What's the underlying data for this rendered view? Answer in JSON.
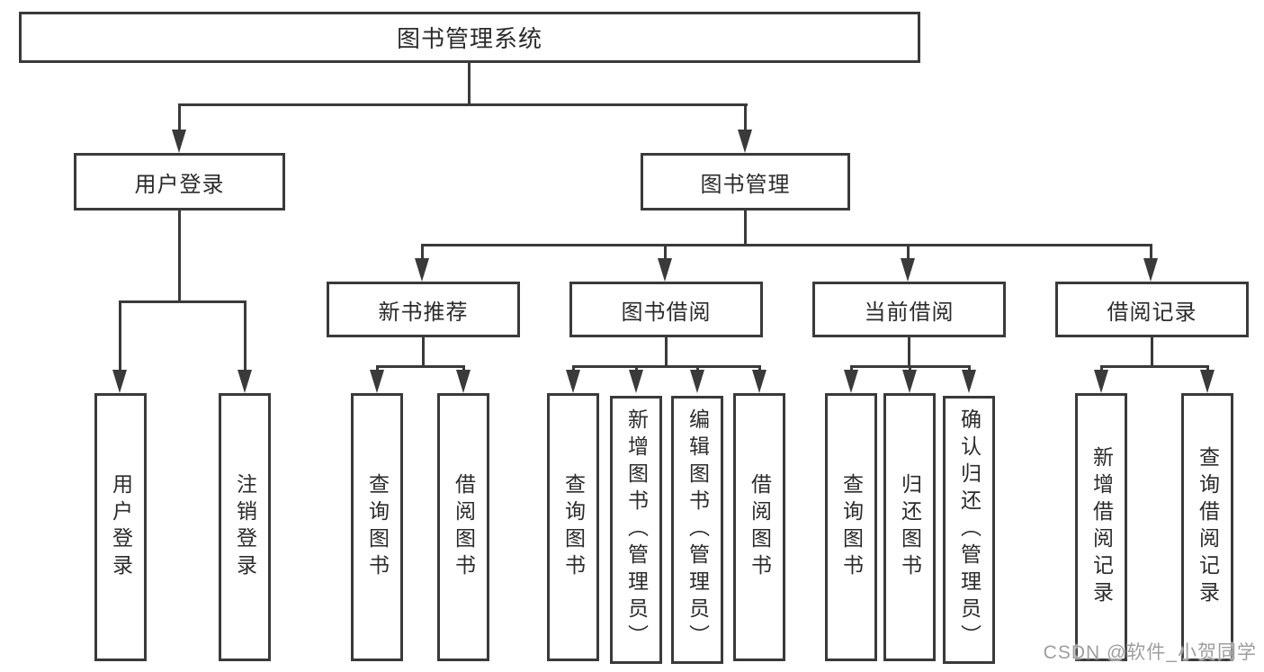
{
  "nodes": {
    "root": "图书管理系统",
    "user_login": "用户登录",
    "book_mgmt": "图书管理",
    "new_book_rec": "新书推荐",
    "book_borrow": "图书借阅",
    "current_borrow": "当前借阅",
    "borrow_record": "借阅记录",
    "leaf_user_login": "用户登录",
    "leaf_logout": "注销登录",
    "leaf_query_book_rec": "查询图书",
    "leaf_borrow_book_rec": "借阅图书",
    "leaf_query_book_borrow": "查询图书",
    "leaf_add_book": "新增图书（管理员）",
    "leaf_edit_book": "编辑图书（管理员）",
    "leaf_borrow_book_borrow": "借阅图书",
    "leaf_query_book_current": "查询图书",
    "leaf_return_book": "归还图书",
    "leaf_confirm_return": "确认归还（管理员）",
    "leaf_add_borrow_record": "新增借阅记录",
    "leaf_query_borrow_record": "查询借阅记录"
  },
  "watermark": "CSDN @软件_小贺同学",
  "colors": {
    "line": "#3a3a3a",
    "text": "#2b2b2b",
    "watermark": "#9e9e9e",
    "background": "#ffffff"
  }
}
